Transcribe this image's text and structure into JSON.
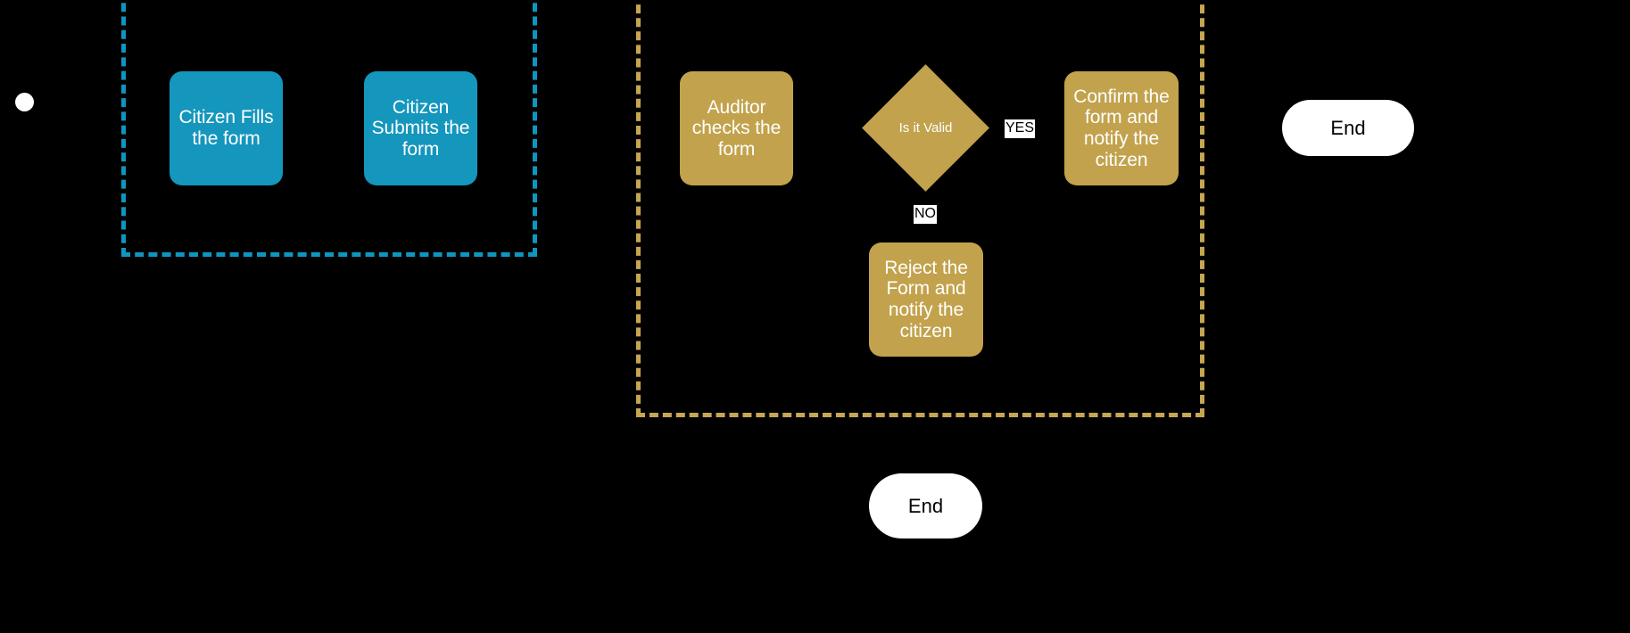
{
  "diagram": {
    "type": "flowchart",
    "background_color": "#000000",
    "lanes": [
      {
        "id": "citizen",
        "name": "citizen-lane",
        "border_color": "#0e96c0",
        "border_style": "dashed"
      },
      {
        "id": "auditor",
        "name": "auditor-lane",
        "border_color": "#c6a750",
        "border_style": "dashed"
      }
    ],
    "start": {
      "shape": "circle",
      "color": "#ffffff",
      "label": ""
    },
    "nodes": [
      {
        "id": "fill",
        "label": "Citizen Fills the form",
        "shape": "rounded-rect",
        "color": "#1496bd"
      },
      {
        "id": "submit",
        "label": "Citizen Submits the form",
        "shape": "rounded-rect",
        "color": "#1496bd"
      },
      {
        "id": "audit",
        "label": "Auditor checks the form",
        "shape": "rounded-rect",
        "color": "#c2a24c"
      },
      {
        "id": "valid",
        "label": "Is it Valid",
        "shape": "diamond",
        "color": "#c2a24c"
      },
      {
        "id": "confirm",
        "label": "Confirm the form and notify the citizen",
        "shape": "rounded-rect",
        "color": "#c2a24c"
      },
      {
        "id": "reject",
        "label": "Reject the Form and notify the citizen",
        "shape": "rounded-rect",
        "color": "#c2a24c"
      }
    ],
    "edge_labels": {
      "yes": "YES",
      "no": "NO"
    },
    "end_nodes": [
      {
        "id": "end-right",
        "label": "End",
        "shape": "stadium",
        "color": "#ffffff"
      },
      {
        "id": "end-bottom",
        "label": "End",
        "shape": "stadium",
        "color": "#ffffff"
      }
    ]
  }
}
